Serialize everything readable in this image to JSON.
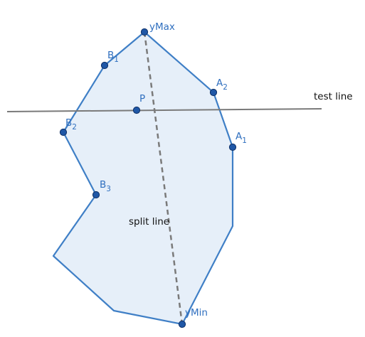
{
  "diagram": {
    "colors": {
      "polygon_fill": "#e6eff9",
      "polygon_stroke": "#3f7fc6",
      "point_fill": "#1f57a6",
      "point_stroke": "#0d2f66",
      "point_label": "#2f6fbf",
      "test_line": "#7a7a7a",
      "split_line": "#7a7a7a",
      "text": "#111111"
    },
    "labels": {
      "ymax": "yMax",
      "ymin": "yMin",
      "b1_base": "B",
      "b1_sub": "1",
      "b2_base": "B",
      "b2_sub": "2",
      "b3_base": "B",
      "b3_sub": "3",
      "a1_base": "A",
      "a1_sub": "1",
      "a2_base": "A",
      "a2_sub": "2",
      "p": "P",
      "test_line": "test line",
      "split_line": "split line"
    }
  }
}
